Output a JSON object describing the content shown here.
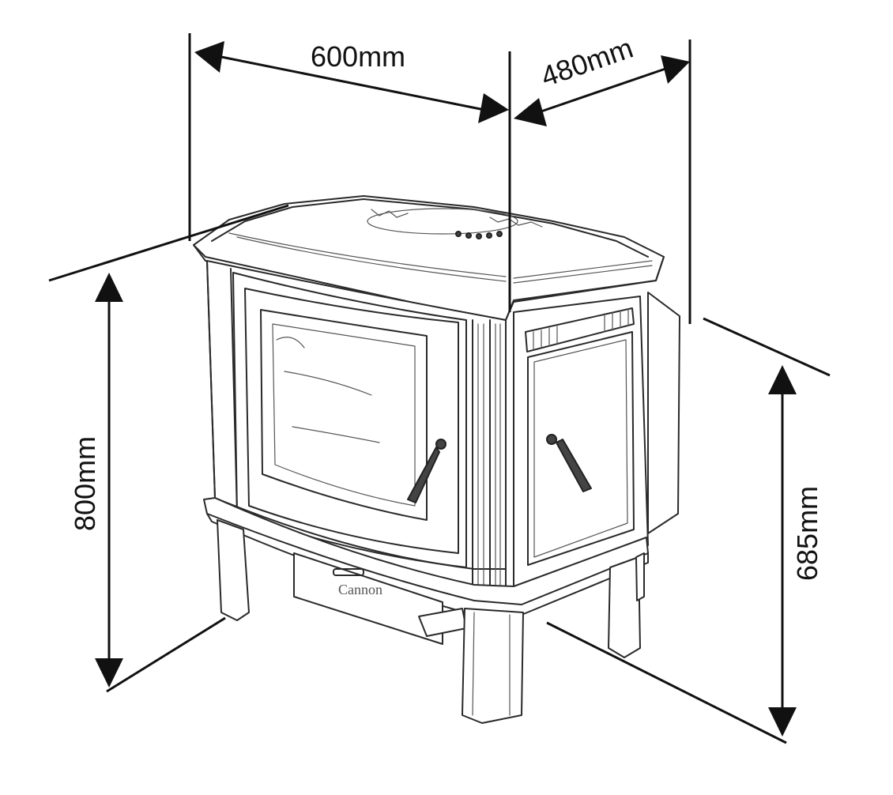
{
  "diagram": {
    "subject": "stove-line-drawing",
    "dimensions": {
      "width": "600mm",
      "depth": "480mm",
      "height": "800mm",
      "leg_to_top": "685mm"
    },
    "brand_text": "Cannon"
  }
}
